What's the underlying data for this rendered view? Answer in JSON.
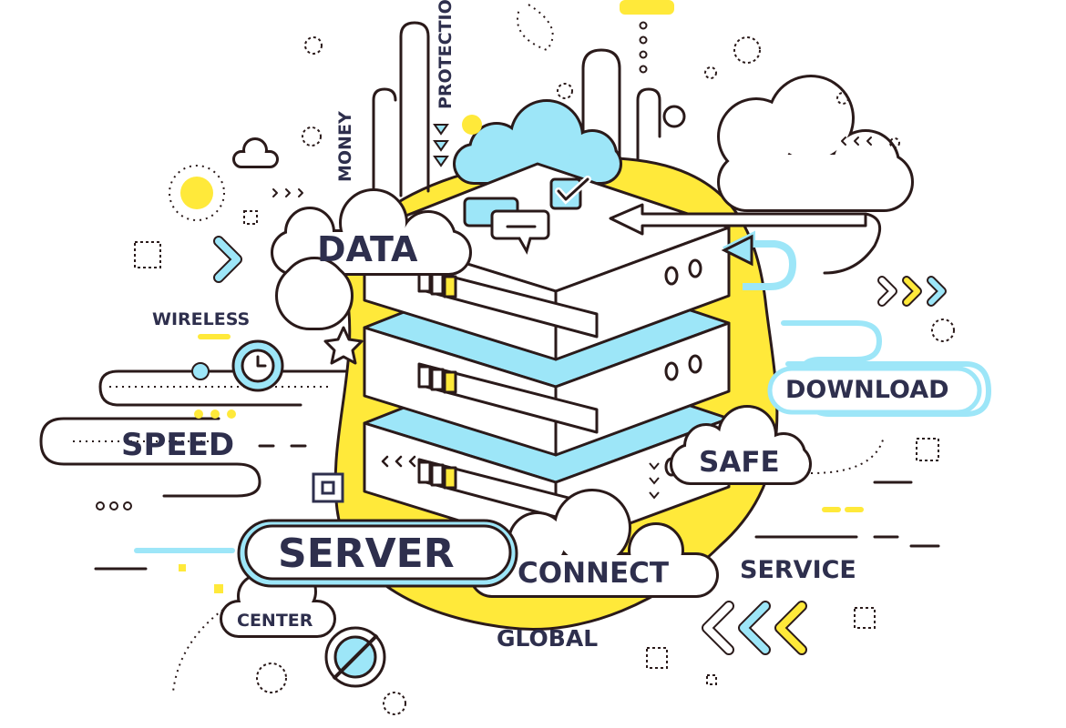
{
  "illustration": {
    "theme": "server data center",
    "labels": {
      "money": "MONEY",
      "protection": "PROTECTION",
      "data": "DATA",
      "wireless": "WIRELESS",
      "speed": "SPEED",
      "server": "SERVER",
      "center": "CENTER",
      "global": "GLOBAL",
      "connect": "CONNECT",
      "safe": "SAFE",
      "service": "SERVICE",
      "download": "DOWNLOAD"
    }
  },
  "colors": {
    "outline": "#2a1a1a",
    "blue": "#9de6f8",
    "yellow": "#ffe93a",
    "text": "#2e2f4d",
    "white": "#ffffff"
  }
}
